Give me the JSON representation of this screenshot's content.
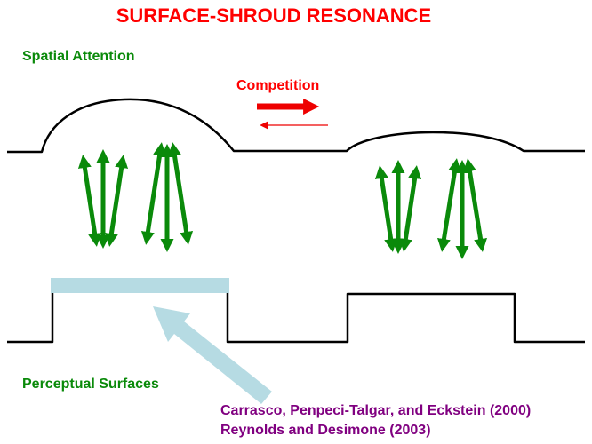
{
  "title": "SURFACE-SHROUD RESONANCE",
  "labels": {
    "spatial_attention": "Spatial Attention",
    "competition": "Competition",
    "perceptual_surfaces": "Perceptual Surfaces"
  },
  "citations": [
    "Carrasco, Penpeci-Talgar, and Eckstein (2000)",
    "Reynolds and Desimone (2003)"
  ],
  "colors": {
    "title-red": "#ff0000",
    "arrow-red": "#ee0000",
    "green": "#0a8a0a",
    "light-blue": "#b6dbe3",
    "purple": "#800080",
    "line-black": "#000000",
    "background": "#ffffff"
  }
}
